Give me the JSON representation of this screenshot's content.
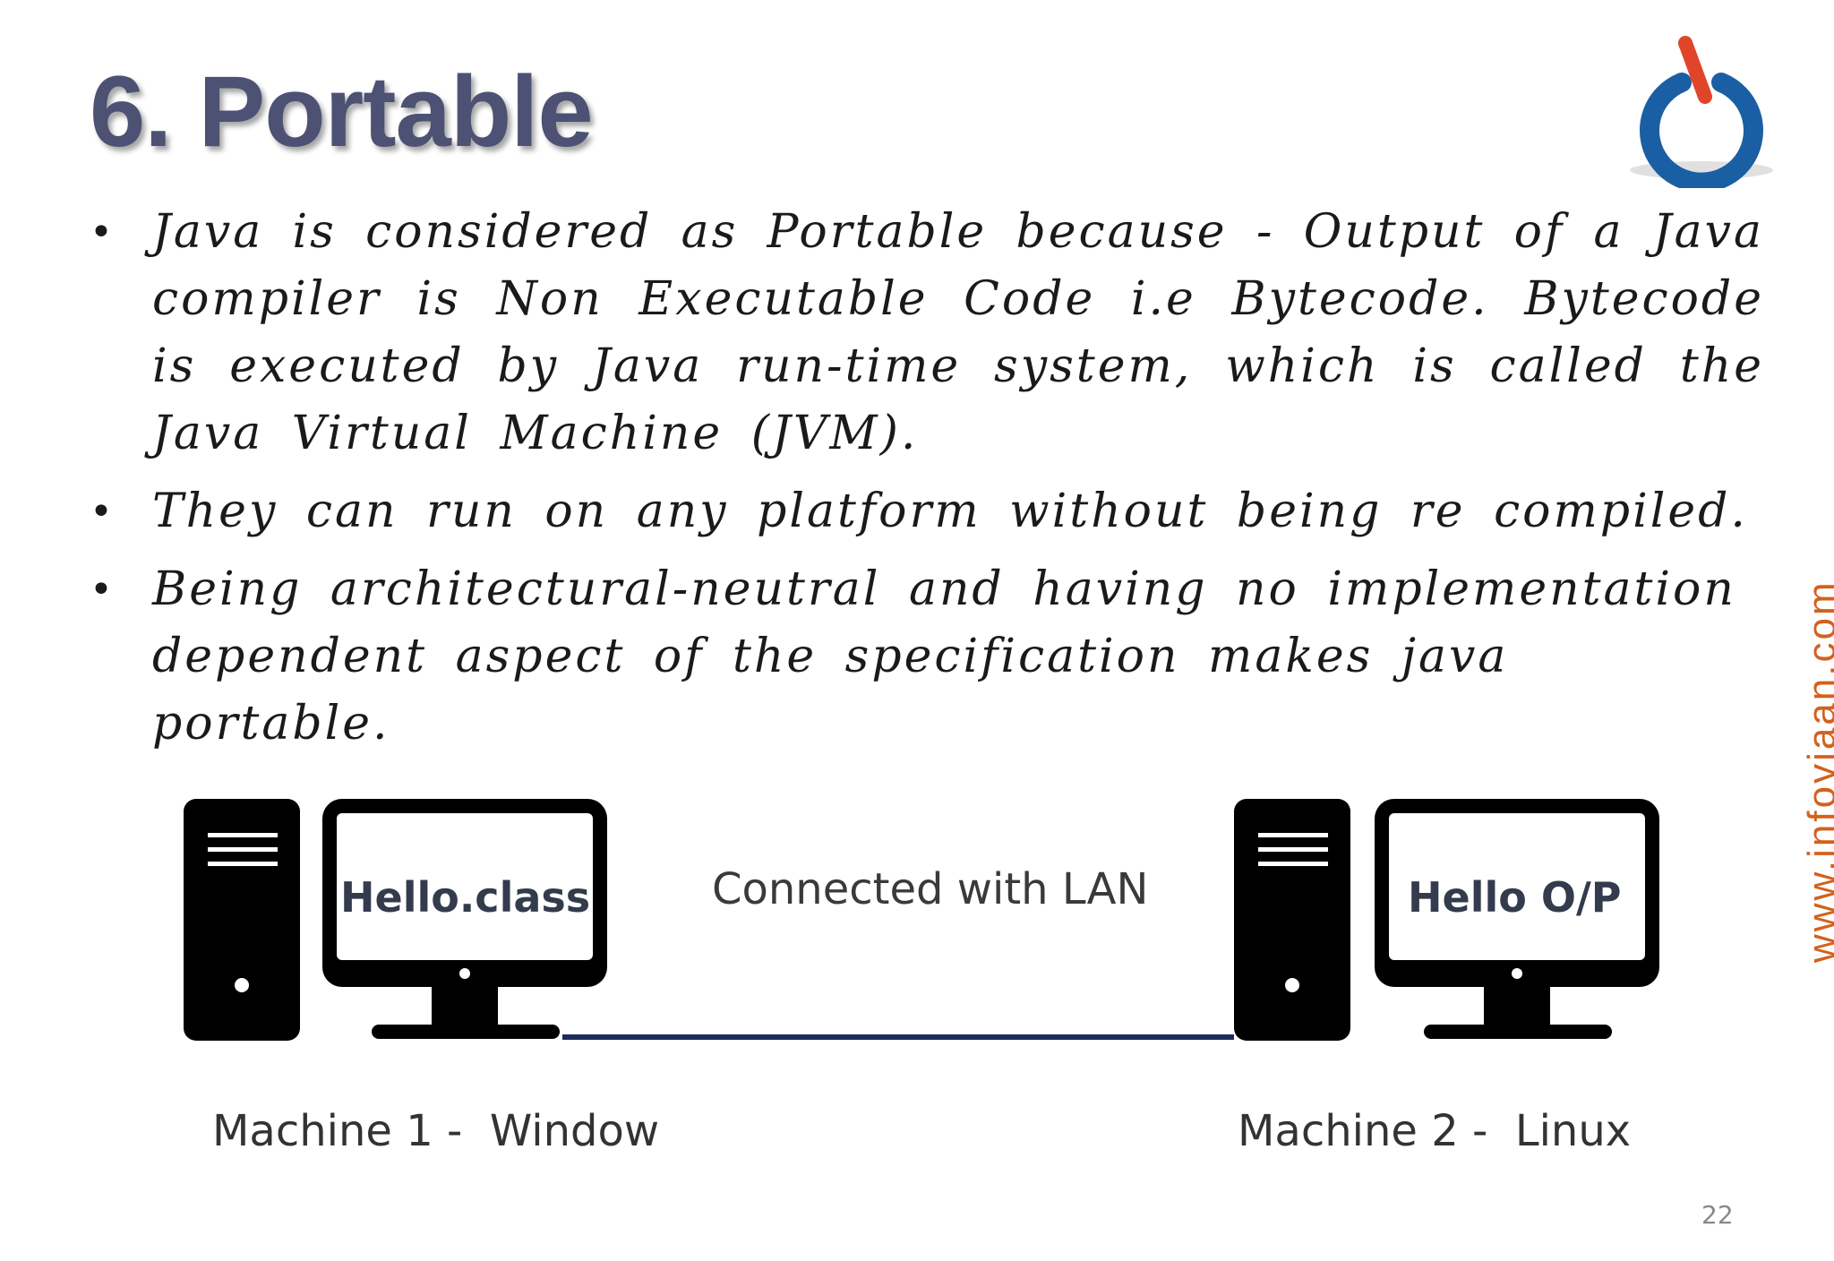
{
  "slide": {
    "title": "6. Portable",
    "bullets": [
      "Java is considered as Portable because - Output of a Java compiler is Non Executable Code i.e Bytecode. Bytecode is executed by Java run-time system, which is called the Java Virtual Machine (JVM).",
      "They can run on any platform without being re compiled.",
      "Being architectural-neutral and having no implementation dependent aspect of the specification makes java portable."
    ],
    "bullet_glyph": "•",
    "website": "www.infoviaan.com",
    "page_number": "22"
  },
  "diagram": {
    "machine1_screen": "Hello.class",
    "machine2_screen": "Hello O/P",
    "connection_label": "Connected with LAN",
    "machine1_label": "Machine 1 -  Window",
    "machine2_label": "Machine 2 -  Linux"
  },
  "colors": {
    "title": "#4d5274",
    "logo_blue": "#1a5fa3",
    "logo_red": "#e0452a",
    "website": "#d3611d",
    "lan_line": "#1c2a5c"
  },
  "icons": {
    "logo": "power-button-logo-icon",
    "computer": "desktop-computer-icon"
  }
}
